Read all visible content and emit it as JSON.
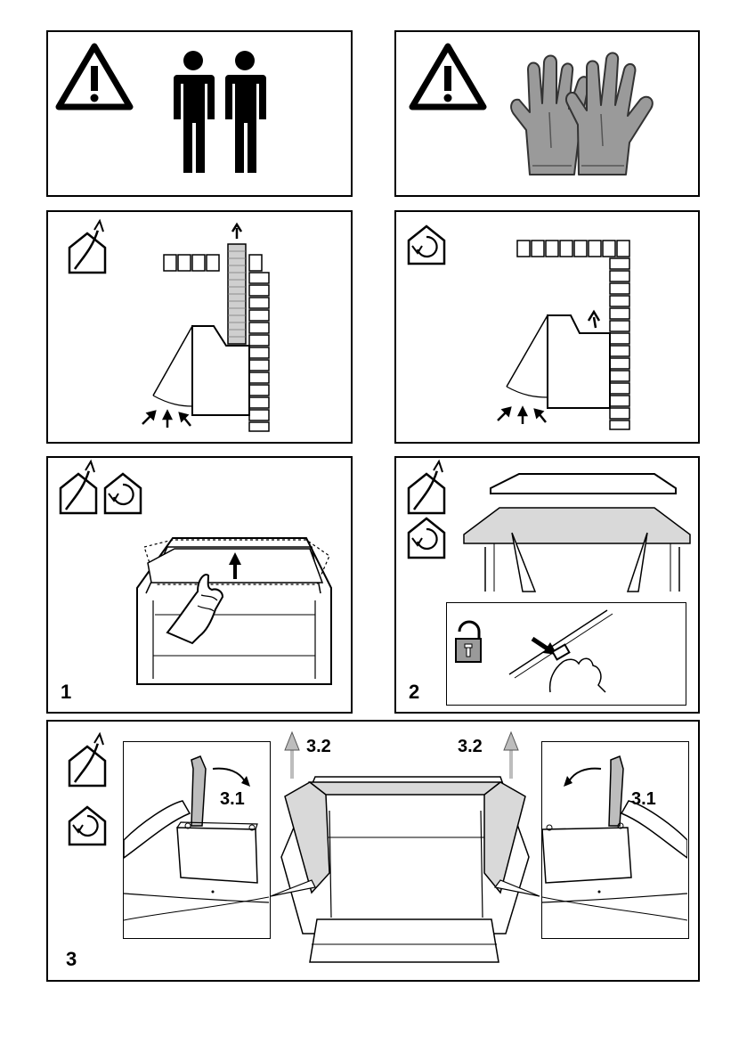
{
  "panels": {
    "warning_two_persons": {
      "icons": [
        "warning-triangle-icon",
        "two-persons-icon"
      ]
    },
    "warning_gloves": {
      "icons": [
        "warning-triangle-icon",
        "protective-gloves-icon"
      ]
    },
    "ducted_mode": {
      "icons": [
        "ducted-extraction-icon"
      ]
    },
    "recirculation_mode": {
      "icons": [
        "recirculation-icon"
      ]
    },
    "step1": {
      "number": "1"
    },
    "step2": {
      "number": "2",
      "icons": [
        "unlock-icon"
      ]
    },
    "step3": {
      "number": "3",
      "labels": {
        "left_hinge": "3.1",
        "right_hinge": "3.1",
        "left_lift": "3.2",
        "right_lift": "3.2"
      }
    }
  },
  "colors": {
    "line": "#000000",
    "glove": "#9a9a9a",
    "panel_grey": "#d9d9d9",
    "arrow_grey": "#bdbdbd"
  }
}
